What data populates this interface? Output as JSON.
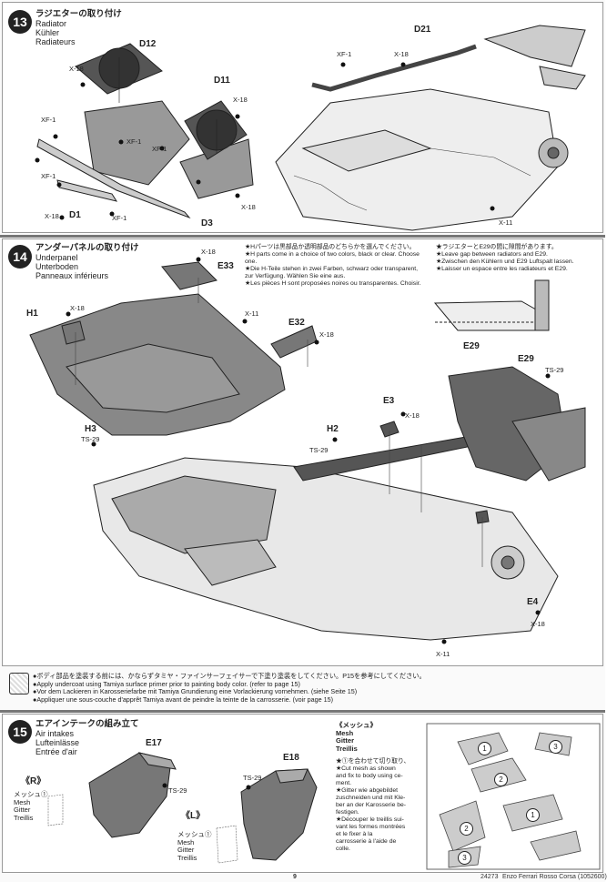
{
  "step13": {
    "num": "13",
    "title_jp": "ラジエターの取り付け",
    "title_en": "Radiator",
    "title_de": "Kühler",
    "title_fr": "Radiateurs",
    "labels": {
      "d12": "D12",
      "d11": "D11",
      "d21": "D21",
      "d3": "D3",
      "d1": "D1",
      "x18": "X-18",
      "xf1": "XF-1",
      "x11": "X-11"
    }
  },
  "step14": {
    "num": "14",
    "title_jp": "アンダーパネルの取り付け",
    "title_en": "Underpanel",
    "title_de": "Unterboden",
    "title_fr": "Panneaux inférieurs",
    "note_h_jp": "★Hパーツは黒部品か透明部品のどちらかを選んでください。",
    "note_h_en": "★H parts come in a choice of two colors, black or clear. Choose one.",
    "note_h_de": "★Die H-Teile stehen in zwei Farben, schwarz oder transparent, zur Verfügung. Wählen Sie eine aus.",
    "note_h_fr": "★Les pièces H sont proposées noires ou transparentes. Choisir.",
    "note_gap_jp": "★ラジエターとE29の間に隙間があります。",
    "note_gap_en": "★Leave gap between radiators and E29.",
    "note_gap_de": "★Zwischen den Kühlern und E29 Luftspalt lassen.",
    "note_gap_fr": "★Laisser un espace entre les radiateurs et E29.",
    "labels": {
      "e33": "E33",
      "h1": "H1",
      "e32": "E32",
      "h3": "H3",
      "ts29": "TS-29",
      "e3": "E3",
      "h2": "H2",
      "e29": "E29",
      "e4": "E4",
      "x18": "X-18",
      "x11": "X-11"
    }
  },
  "paint_note": {
    "jp": "●ボディ部品を塗装する前には、かならずタミヤ・ファインサーフェイサーで下塗り塗装をしてください。P15を参考にしてください。",
    "en": "●Apply undercoat using Tamiya surface primer prior to painting body color. (refer to page 15)",
    "de": "●Vor dem Lackieren in Karosseriefarbe mit Tamiya Grundierung eine Vorlackierung vornehmen. (siehe Seite 15)",
    "fr": "●Appliquer une sous-couche d'apprêt Tamiya avant de peindre la teinte de la carrosserie. (voir page 15)"
  },
  "step15": {
    "num": "15",
    "title_jp": "エアインテークの組み立て",
    "title_en": "Air intakes",
    "title_de": "Lufteinlässe",
    "title_fr": "Entrée d'air",
    "labels": {
      "e17": "E17",
      "e18": "E18",
      "ts29": "TS-29",
      "r": "《R》",
      "l": "《L》"
    },
    "mesh_label": [
      "メッシュ①",
      "Mesh",
      "Gitter",
      "Treillis"
    ],
    "mesh_header": [
      "《メッシュ》",
      "Mesh",
      "Gitter",
      "Treillis"
    ],
    "mesh_note": [
      "★①を合わせて切り取り、",
      "★Cut mesh as shown",
      "and fix to body using ce-",
      "ment.",
      "★Gitter wie abgebildet",
      "zuschneiden und mit Kle-",
      "ber an der Karosserie be-",
      "festigen.",
      "★Découper le treillis sui-",
      "vant les formes montrées",
      "et le fixer à la",
      "carrosserie à l'aide de",
      "colle."
    ],
    "mesh_pieces": [
      "1",
      "2",
      "3",
      "1",
      "2",
      "3"
    ]
  },
  "footer": {
    "code": "24273",
    "model": "Enzo Ferrari Rosso Corsa (1052600)",
    "page": "9"
  }
}
